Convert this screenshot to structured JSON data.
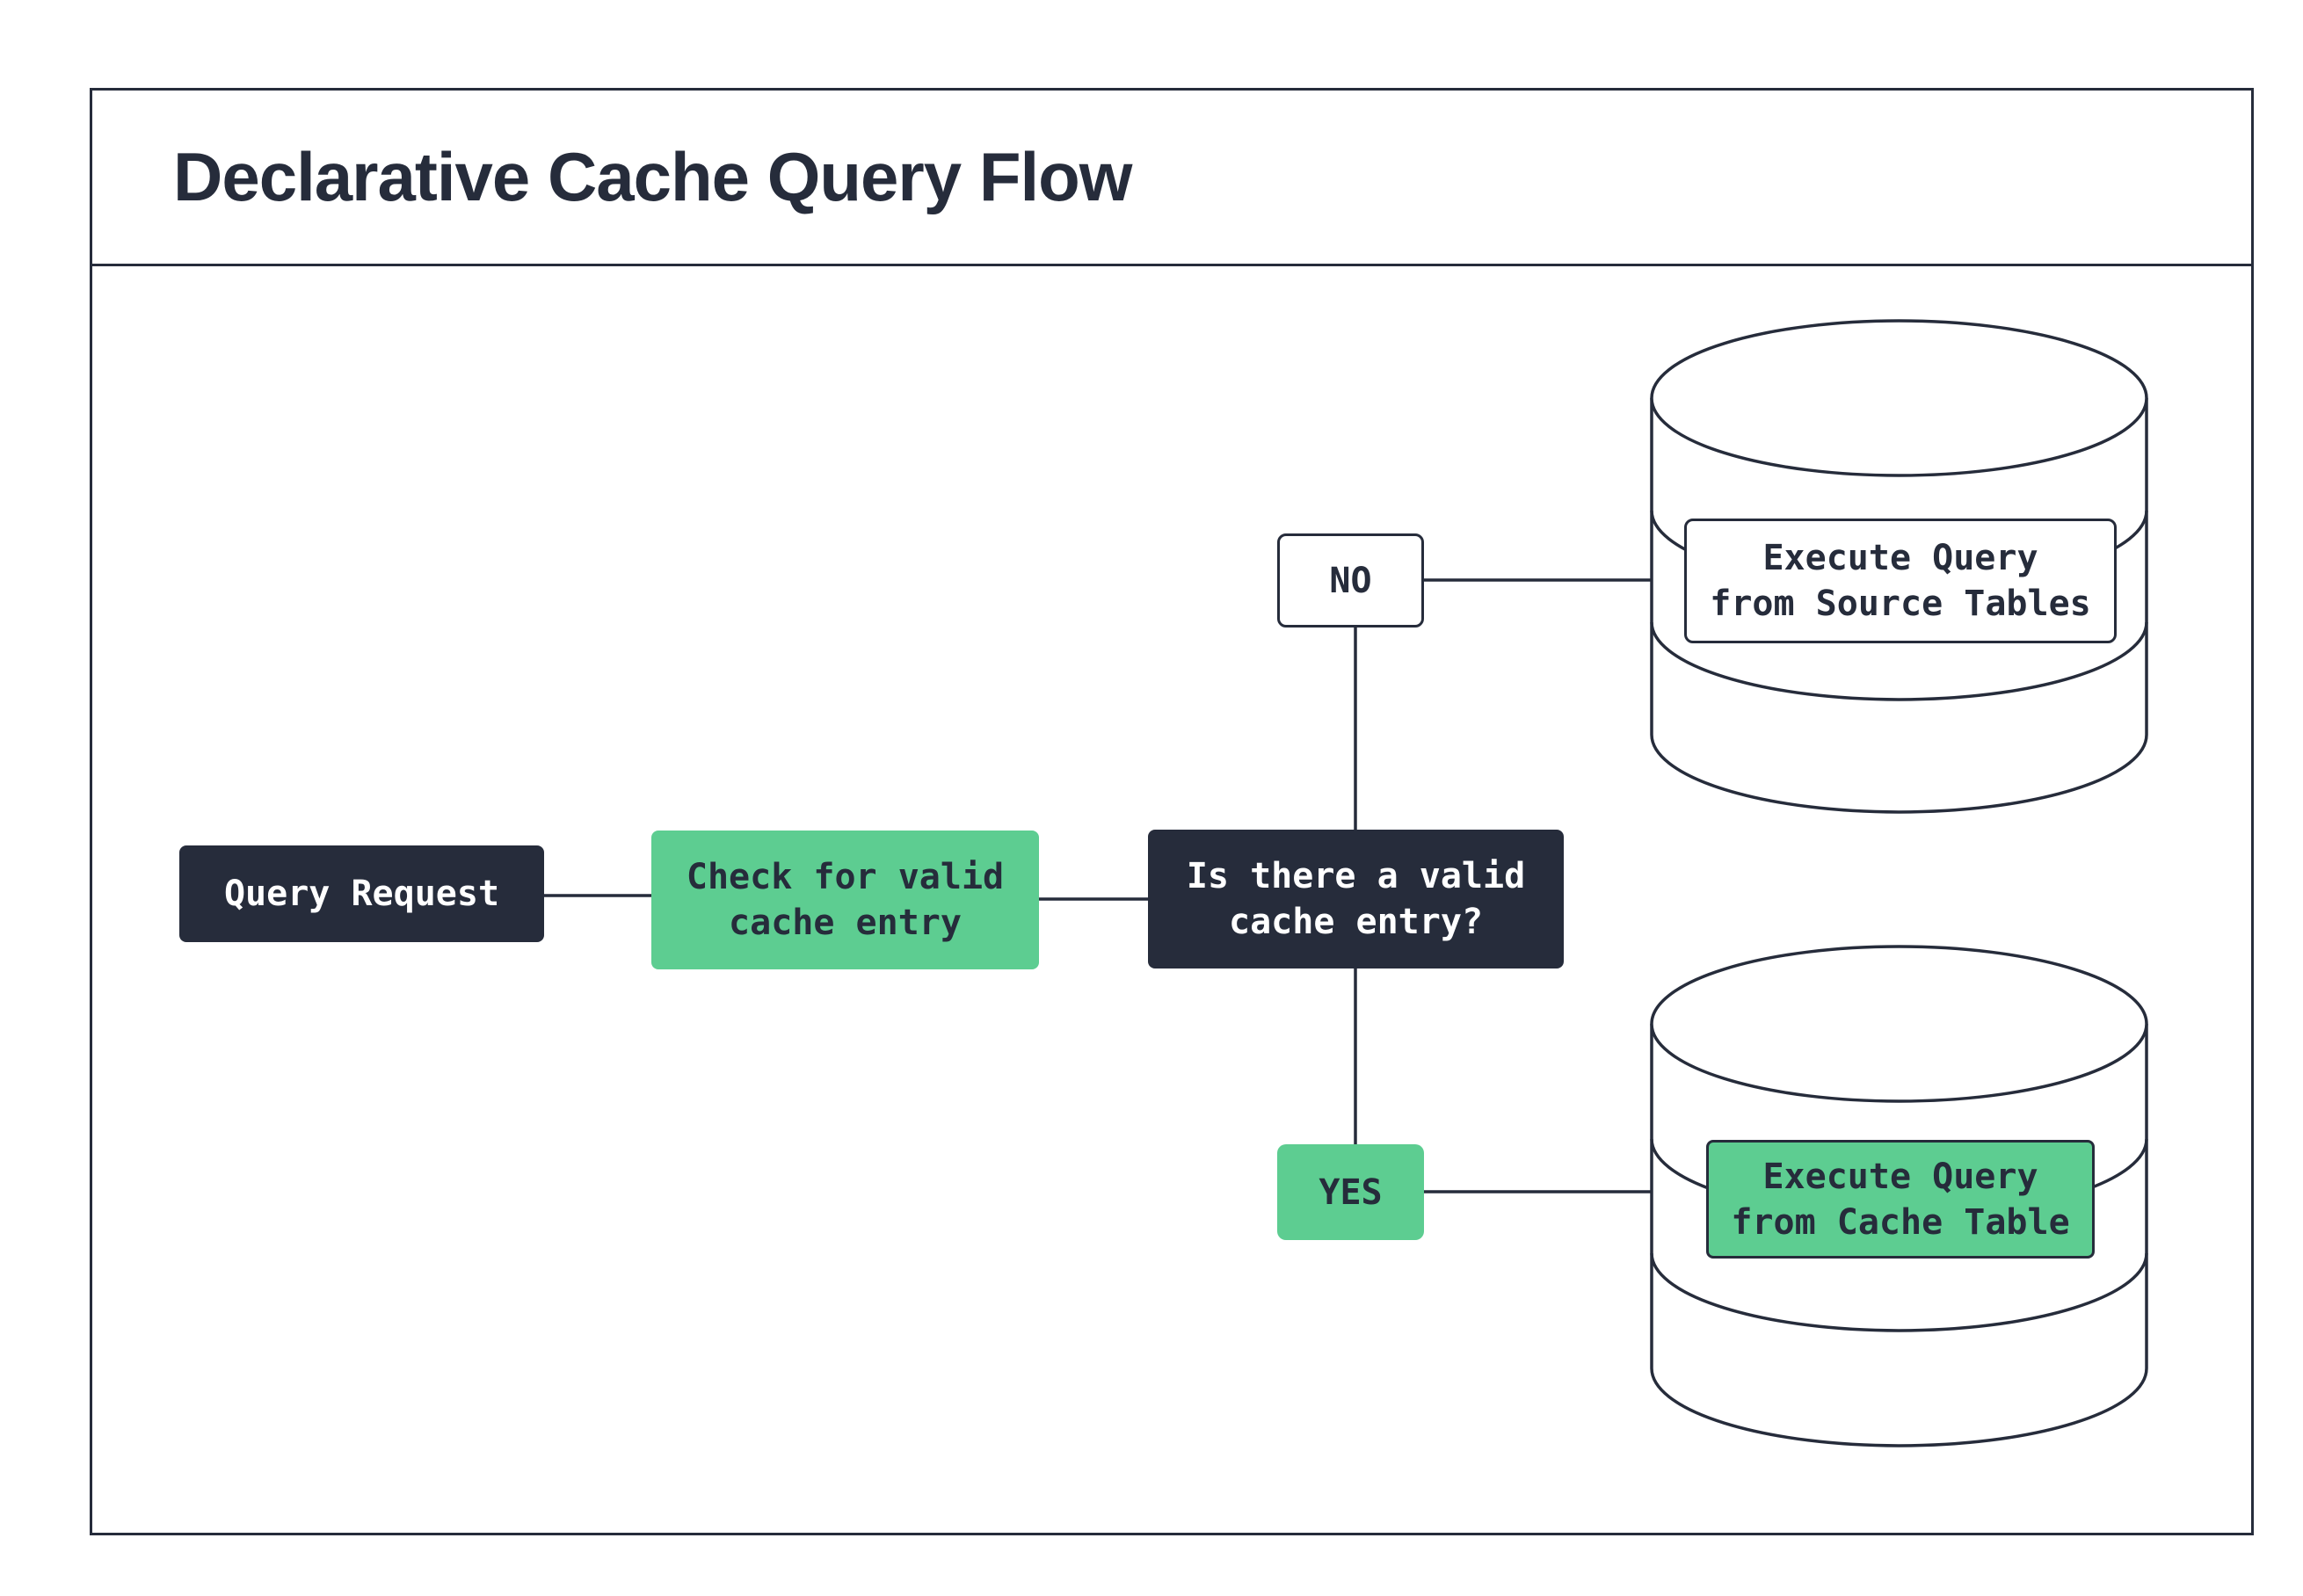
{
  "diagram": {
    "title": "Declarative Cache Query Flow",
    "nodes": {
      "query_request": {
        "label": "Query Request"
      },
      "check_cache": {
        "label": "Check for valid\ncache entry"
      },
      "decision": {
        "label": "Is there a valid\ncache entry?"
      },
      "no_branch": {
        "label": "NO"
      },
      "yes_branch": {
        "label": "YES"
      },
      "source_exec": {
        "label": "Execute Query\nfrom Source Tables"
      },
      "cache_exec": {
        "label": "Execute Query\nfrom Cache Table"
      }
    },
    "colors": {
      "dark": "#262c3b",
      "green": "#5dcd91",
      "paper": "#ffffff"
    }
  }
}
